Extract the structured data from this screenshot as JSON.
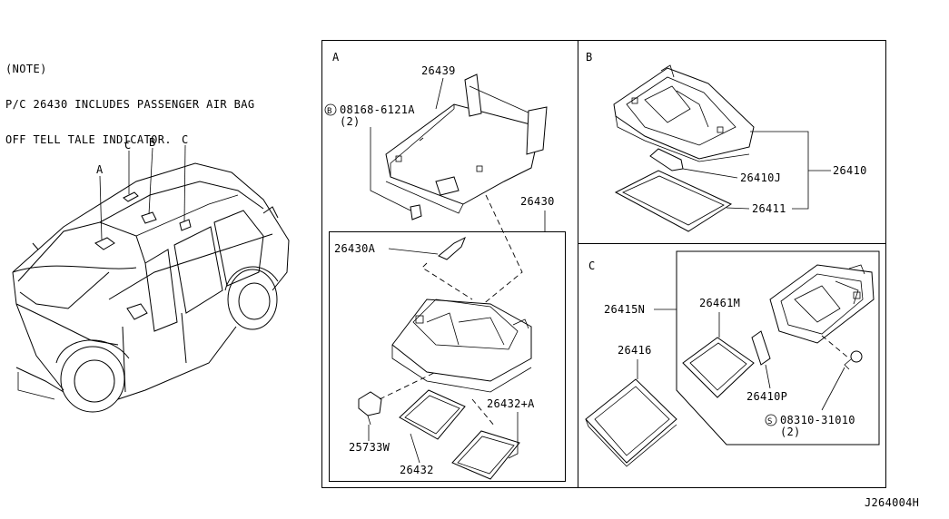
{
  "note": {
    "title": "(NOTE)",
    "lines": [
      "P/C 26430 INCLUDES PASSENGER AIR BAG",
      "OFF TELL TALE INDICATOR."
    ]
  },
  "vehicle_callouts": [
    "A",
    "B",
    "C",
    "C"
  ],
  "panels": {
    "A": {
      "letter": "A",
      "labels": {
        "part_26439": "26439",
        "bolt_code": "08168-6121A",
        "bolt_symbol": "B",
        "bolt_qty": "(2)",
        "part_26430": "26430",
        "part_26430A": "26430A",
        "part_25733W": "25733W",
        "part_26432": "26432",
        "part_26432A": "26432+A"
      }
    },
    "B": {
      "letter": "B",
      "labels": {
        "part_26410J": "26410J",
        "part_26410": "26410",
        "part_26411": "26411"
      }
    },
    "C": {
      "letter": "C",
      "labels": {
        "part_26415N": "26415N",
        "part_26461M": "26461M",
        "part_26416": "26416",
        "part_26410P": "26410P",
        "screw_code": "08310-31010",
        "screw_symbol": "S",
        "screw_qty": "(2)"
      }
    }
  },
  "diagram_code": "J264004H"
}
